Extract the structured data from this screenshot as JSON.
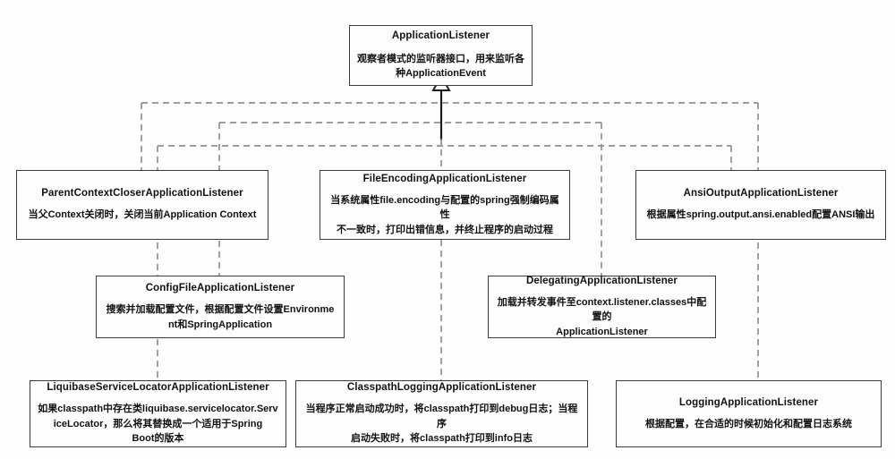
{
  "diagram": {
    "type": "uml-class-diagram",
    "relationship": "realization",
    "arrow_style": "hollow-triangle",
    "line_style": "dashed",
    "line_color": "#8a8a8a",
    "border_color": "#3a3a3a",
    "background_color": "#fdfdfd",
    "root": {
      "id": "application-listener",
      "title": "ApplicationListener",
      "description": "观察者模式的监听器接口，用来监听各\n种ApplicationEvent"
    },
    "nodes": [
      {
        "id": "parent-context-closer-application-listener",
        "title": "ParentContextCloserApplicationListener",
        "description": "当父Context关闭时，关闭当前Application Context"
      },
      {
        "id": "file-encoding-application-listener",
        "title": "FileEncodingApplicationListener",
        "description": "当系统属性file.encoding与配置的spring强制编码属性\n不一致时，打印出错信息，并终止程序的启动过程"
      },
      {
        "id": "ansi-output-application-listener",
        "title": "AnsiOutputApplicationListener",
        "description": "根据属性spring.output.ansi.enabled配置ANSI输出"
      },
      {
        "id": "config-file-application-listener",
        "title": "ConfigFileApplicationListener",
        "description": "搜索并加载配置文件，根据配置文件设置Environme\nnt和SpringApplication"
      },
      {
        "id": "delegating-application-listener",
        "title": "DelegatingApplicationListener",
        "description": "加载并转发事件至context.listener.classes中配置的\nApplicationListener"
      },
      {
        "id": "liquibase-service-locator-application-listener",
        "title": "LiquibaseServiceLocatorApplicationListener",
        "description": "如果classpath中存在类liquibase.servicelocator.Serv\niceLocator，那么将其替换成一个适用于Spring\nBoot的版本"
      },
      {
        "id": "classpath-logging-application-listener",
        "title": "ClasspathLoggingApplicationListener",
        "description": "当程序正常启动成功时，将classpath打印到debug日志；当程序\n启动失败时，将classpath打印到info日志"
      },
      {
        "id": "logging-application-listener",
        "title": "LoggingApplicationListener",
        "description": "根据配置，在合适的时候初始化和配置日志系统"
      }
    ]
  }
}
